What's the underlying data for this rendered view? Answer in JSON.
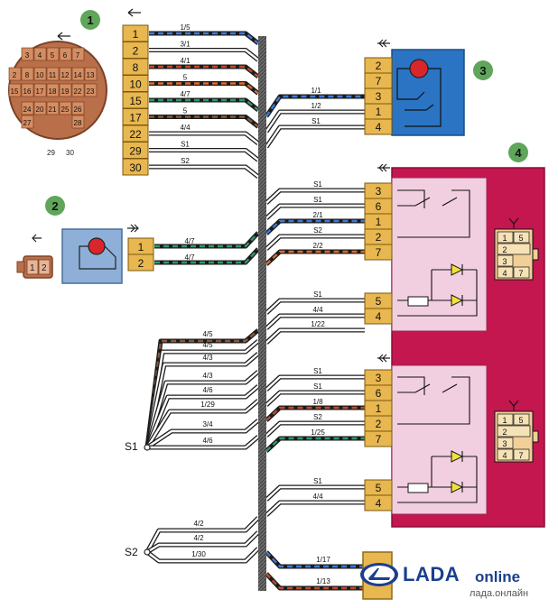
{
  "callouts": [
    "1",
    "2",
    "3",
    "4"
  ],
  "connector1": {
    "pins": [
      "1",
      "2",
      "8",
      "10",
      "15",
      "17",
      "22",
      "29",
      "30"
    ],
    "wires": [
      "1/5",
      "3/1",
      "4/1",
      "5",
      "4/7",
      "5",
      "4/4",
      "S1",
      "S2"
    ],
    "face_pins": [
      "3",
      "4",
      "5",
      "6",
      "7",
      "2",
      "8",
      "10",
      "11",
      "12",
      "14",
      "13",
      "15",
      "16",
      "17",
      "18",
      "19",
      "22",
      "23",
      "24",
      "20",
      "21",
      "25",
      "26",
      "27",
      "28"
    ],
    "face_labels": [
      "29",
      "30"
    ]
  },
  "connector2": {
    "pins": [
      "1",
      "2"
    ],
    "wires": [
      "4/7",
      "4/7"
    ],
    "face_pins": [
      "1",
      "2"
    ]
  },
  "connector3": {
    "pins": [
      "2",
      "7",
      "3",
      "1",
      "4"
    ],
    "wires": [
      "1/1",
      "1/2",
      "S1"
    ]
  },
  "relay_upper": {
    "pins": [
      "3",
      "6",
      "1",
      "2",
      "7",
      "5",
      "4"
    ],
    "wires": [
      "S1",
      "S1",
      "2/1",
      "S2",
      "2/2",
      "S1",
      "4/4",
      "1/22"
    ],
    "face_pins": [
      "1",
      "5",
      "2",
      "3",
      "4",
      "7"
    ]
  },
  "relay_lower": {
    "pins": [
      "3",
      "6",
      "1",
      "2",
      "7",
      "5",
      "4"
    ],
    "wires": [
      "S1",
      "S1",
      "1/8",
      "S2",
      "1/25",
      "S1",
      "4/4"
    ],
    "face_pins": [
      "1",
      "5",
      "2",
      "3",
      "4",
      "7"
    ]
  },
  "node_s1": {
    "label": "S1",
    "wires": [
      "4/5",
      "4/5",
      "4/3",
      "4/3",
      "4/6",
      "1/29",
      "3/4",
      "4/6"
    ]
  },
  "node_s2": {
    "label": "S2",
    "wires": [
      "4/2",
      "4/2",
      "1/30"
    ]
  },
  "bottom_connector": {
    "wires": [
      "1/17",
      "1/13"
    ]
  },
  "watermark": {
    "brand": "LADA",
    "suffix": "online",
    "domain": "лада.онлайн"
  },
  "colors": {
    "connector_yellow": "#e8b74f",
    "relay_panel": "#c4164f",
    "relay_inner": "#f2cfe0",
    "connector3_body": "#2b74c4",
    "connector2_body": "#8eb0d8",
    "harness_connector": "#b9704a",
    "callout_green": "#5fa65a",
    "bundle": "#5b5b5b"
  },
  "icons": [
    "arrow-left-icon",
    "plug-arrow-icon",
    "motor-icon",
    "diode-icon",
    "resistor-icon",
    "relay-switch-icon",
    "lada-logo-icon"
  ]
}
